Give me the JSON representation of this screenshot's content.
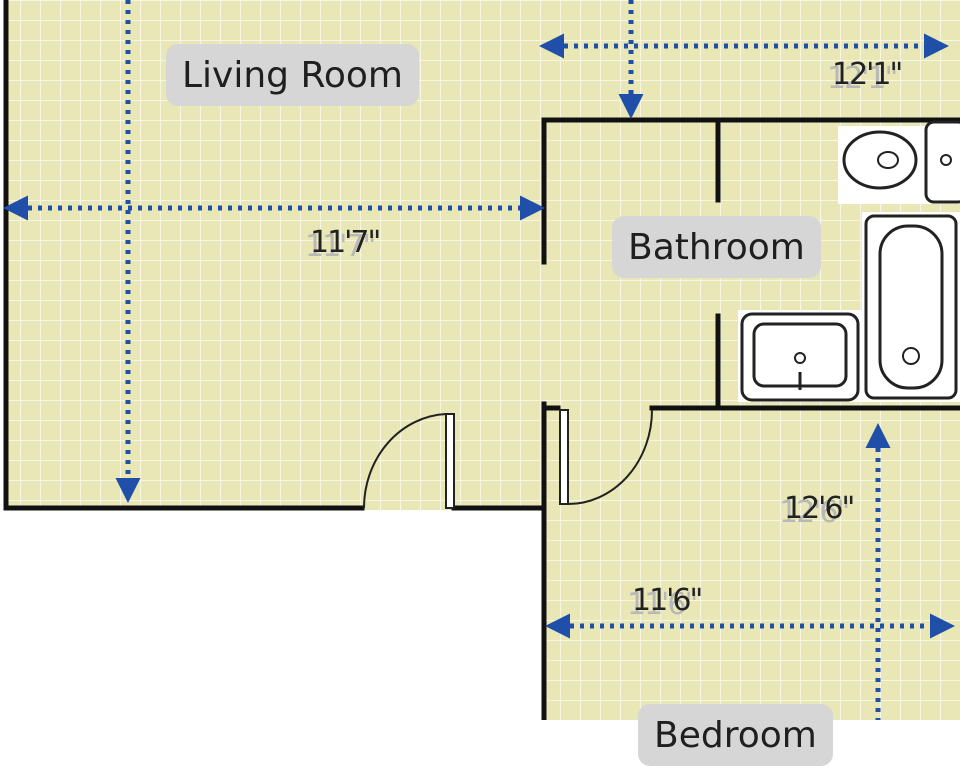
{
  "rooms": {
    "living_room": "Living Room",
    "bathroom": "Bathroom",
    "bedroom": "Bedroom"
  },
  "dimensions": {
    "living_width": "11'7\"",
    "hall_width": "12'1\"",
    "bedroom_height": "12'6\"",
    "bedroom_width": "11'6\""
  },
  "colors": {
    "floor": "#e9e7b6",
    "grid": "#f7f6e2",
    "wall": "#111111",
    "arrow": "#1f4fa8",
    "label_bg": "#d6d6d6"
  }
}
